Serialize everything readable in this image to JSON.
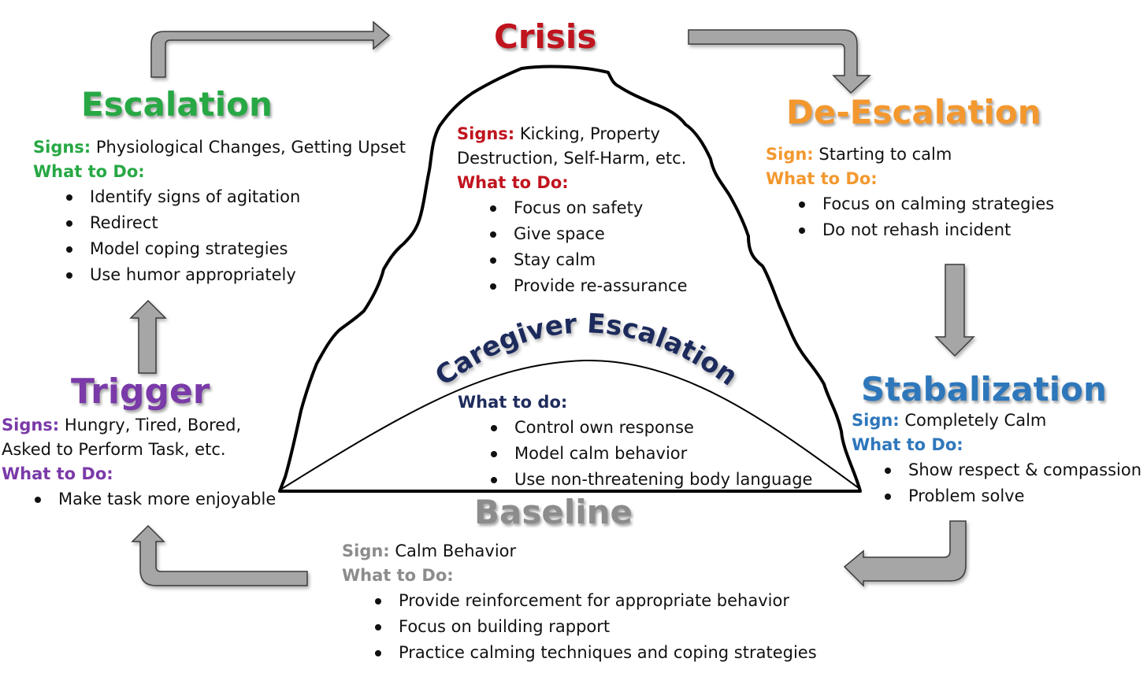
{
  "colors": {
    "crisis": "#c0141e",
    "escalation": "#27a844",
    "de_escalation": "#f3982f",
    "stabalization": "#2e77bb",
    "trigger": "#7a3aa8",
    "baseline": "#8c8c8c",
    "caregiver": "#1f2c5c",
    "arrow_fill": "#a6a6a6",
    "arrow_stroke": "#3a3a3a"
  },
  "crisis": {
    "title": "Crisis",
    "signs_label": "Signs:",
    "signs_line1": "Kicking, Property",
    "signs_line2": "Destruction, Self-Harm, etc.",
    "what_label": "What to Do:",
    "items": [
      "Focus on safety",
      "Give space",
      "Stay calm",
      "Provide re-assurance"
    ]
  },
  "escalation": {
    "title": "Escalation",
    "signs_label": "Signs:",
    "signs_text": "Physiological Changes, Getting Upset",
    "what_label": "What to Do:",
    "items": [
      "Identify signs of agitation",
      "Redirect",
      "Model coping strategies",
      "Use humor appropriately"
    ]
  },
  "de_escalation": {
    "title": "De-Escalation",
    "signs_label": "Sign:",
    "signs_text": "Starting to calm",
    "what_label": "What to Do:",
    "items": [
      "Focus on calming strategies",
      "Do not rehash incident"
    ]
  },
  "stabalization": {
    "title": "Stabalization",
    "signs_label": "Sign:",
    "signs_text": "Completely Calm",
    "what_label": "What to Do:",
    "items": [
      "Show respect & compassion",
      "Problem solve"
    ]
  },
  "trigger": {
    "title": "Trigger",
    "signs_label": "Signs:",
    "signs_line1": "Hungry, Tired, Bored,",
    "signs_line2": "Asked to Perform Task, etc.",
    "what_label": "What to Do:",
    "items": [
      "Make task more enjoyable"
    ]
  },
  "baseline": {
    "title": "Baseline",
    "signs_label": "Sign:",
    "signs_text": "Calm Behavior",
    "what_label": "What to Do:",
    "items": [
      "Provide reinforcement for appropriate behavior",
      "Focus on building rapport",
      "Practice calming techniques and coping strategies"
    ]
  },
  "caregiver": {
    "title": "Caregiver Escalation",
    "what_label": "What to do:",
    "items": [
      "Control own response",
      "Model calm behavior",
      "Use non-threatening body language"
    ]
  }
}
